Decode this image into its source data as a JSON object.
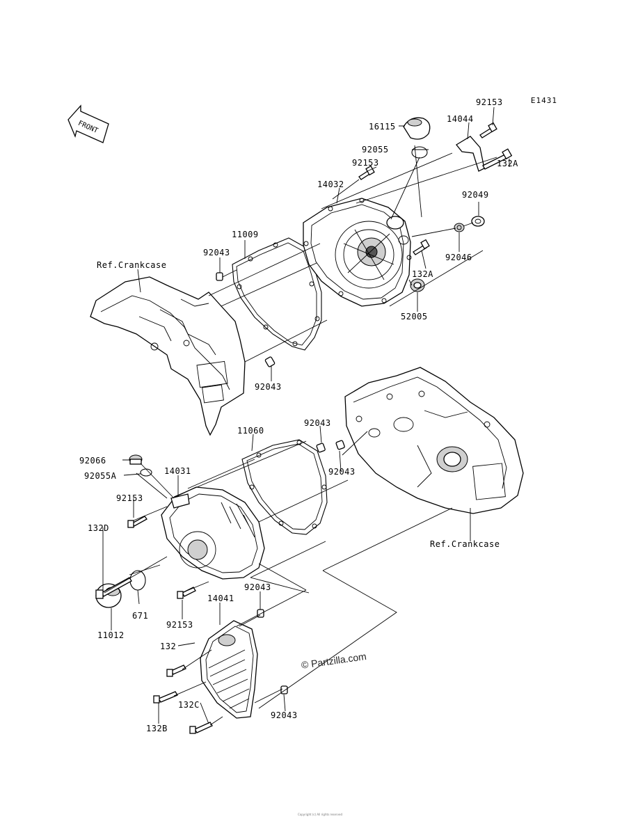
{
  "diagram_code": "E1431",
  "front_label": "FRONT",
  "watermark": "© Partzilla.com",
  "footer": "Copyright (c) All rights reserved",
  "labels": {
    "p16115": "16115",
    "p14044": "14044",
    "p92153_top": "92153",
    "p92055": "92055",
    "p92153_mid": "92153",
    "p132A_top": "132A",
    "p14032": "14032",
    "p92049": "92049",
    "p11009": "11009",
    "p92043_a": "92043",
    "p92046": "92046",
    "ref_crankcase_top": "Ref.Crankcase",
    "p132A_mid": "132A",
    "p52005": "52005",
    "p92043_b": "92043",
    "p11060": "11060",
    "p92043_c": "92043",
    "p92066": "92066",
    "p92055A": "92055A",
    "p14031": "14031",
    "p92043_d": "92043",
    "p92153_left": "92153",
    "p132D": "132D",
    "ref_crankcase_bottom": "Ref.Crankcase",
    "p92043_e": "92043",
    "p14041": "14041",
    "p671": "671",
    "p92153_low": "92153",
    "p11012": "11012",
    "p132": "132",
    "p132C": "132C",
    "p92043_f": "92043",
    "p132B": "132B"
  }
}
